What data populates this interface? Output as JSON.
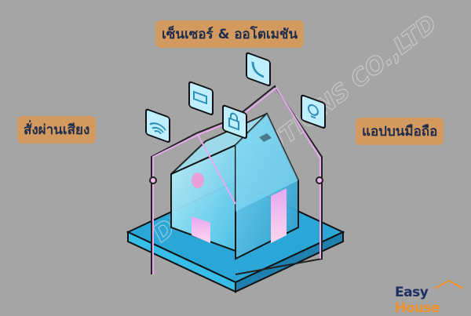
{
  "labels": {
    "sensors": "เซ็นเซอร์ & ออโตเมชัน",
    "voice": "สั่งผ่านเสียง",
    "app": "แอปบนมือถือ"
  },
  "logo": {
    "part1": "Easy",
    "part2": "House"
  },
  "watermark": "DOLLY SOLUTIONS CO.,LTD",
  "icons": [
    "wifi-icon",
    "battery-icon",
    "lock-icon",
    "phone-icon",
    "lightbulb-icon"
  ],
  "colors": {
    "background": "#a5a5a5",
    "pill": "#d39a60",
    "pill_text": "#1f2c4c",
    "platform": "#2aa7d6",
    "wire": "#e9a8f0"
  }
}
